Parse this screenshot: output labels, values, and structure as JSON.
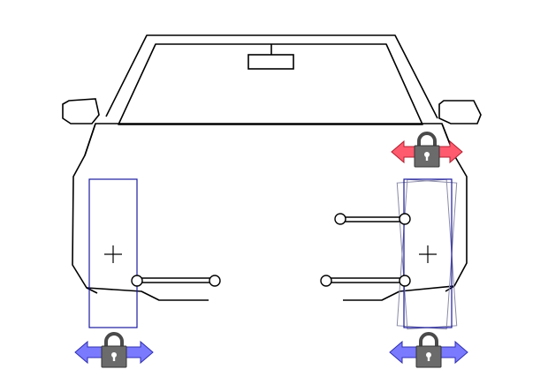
{
  "colors": {
    "outline": "#000000",
    "wheel": "#1a1aa0",
    "wheel_ghost": "#8a8aa8",
    "lock_body": "#6b6b6b",
    "lock_shackle": "#4a4a4a",
    "arrow_blue": "#7a7aff",
    "arrow_red": "#ff5a6e",
    "rod": "#000000"
  },
  "icons": {
    "lock": "padlock-icon",
    "arrow_left": "arrow-left-icon",
    "arrow_right": "arrow-right-icon",
    "crosshair": "crosshair-icon"
  },
  "controls": {
    "left_wheel_lock": {
      "locked": true,
      "arrow_color": "blue"
    },
    "right_wheel_lock": {
      "locked": true,
      "arrow_color": "blue"
    },
    "right_upper_lock": {
      "locked": true,
      "arrow_color": "red"
    }
  }
}
